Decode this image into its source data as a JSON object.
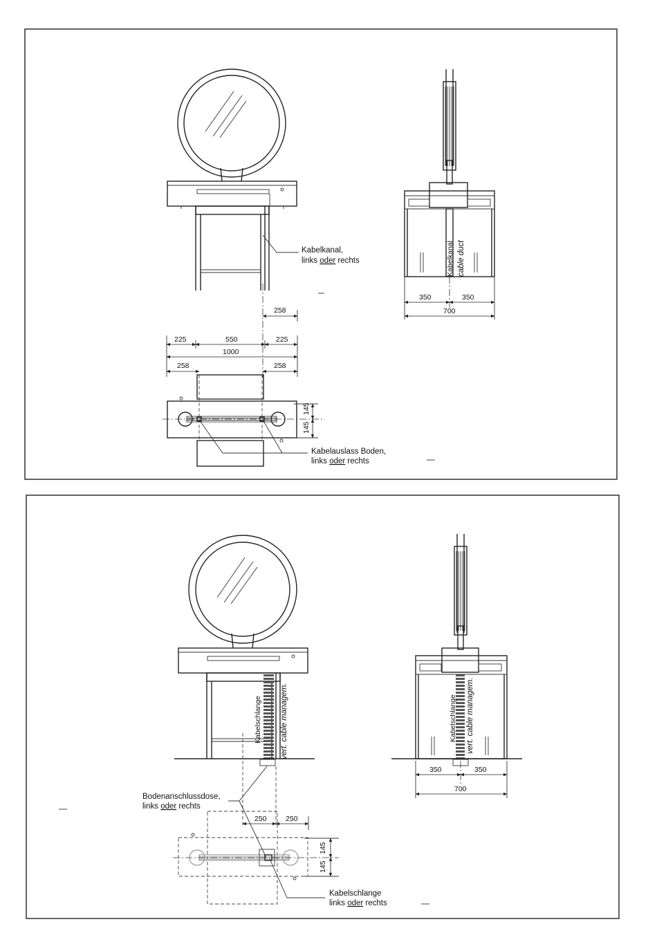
{
  "panel1": {
    "label_kabelkanal_line1": "Kabelkanal,",
    "label_kabelkanal_line2_a": "links ",
    "label_kabelkanal_line2_b": "oder",
    "label_kabelkanal_line2_c": " rechts",
    "side_label_vertical": "Kabelkanal",
    "side_label_duct": "cable duct",
    "dims_front": {
      "top_right": "258",
      "d225_left": "225",
      "d550": "550",
      "d225_right": "225",
      "total": "1000",
      "d258_left": "258",
      "d258_right": "258"
    },
    "dims_plan": {
      "upper": "145",
      "lower": "145"
    },
    "dims_side": {
      "left": "350",
      "right": "350",
      "total": "700"
    },
    "label_auslass_line1": "Kabelauslass Boden,",
    "label_auslass_line2_a": "links ",
    "label_auslass_line2_b": "oder",
    "label_auslass_line2_c": " rechts"
  },
  "panel2": {
    "front_vertical_1": "Kabelschlange",
    "front_vertical_2": "vert. cable managem.",
    "side_vertical_1": "Kabelschlange",
    "side_vertical_2": "vert. cable managem.",
    "dims_side": {
      "left": "350",
      "right": "350",
      "total": "700"
    },
    "label_boden_line1": "Bodenanschlussdose,",
    "label_boden_line2_a": "links ",
    "label_boden_line2_b": "oder",
    "label_boden_line2_c": " rechts",
    "dims_plan": {
      "d250_left": "250",
      "d250_right": "250",
      "upper": "145",
      "lower": "145"
    },
    "label_schlange_line1": "Kabelschlange",
    "label_schlange_line2_a": "links ",
    "label_schlange_line2_b": "oder",
    "label_schlange_line2_c": " rechts"
  }
}
